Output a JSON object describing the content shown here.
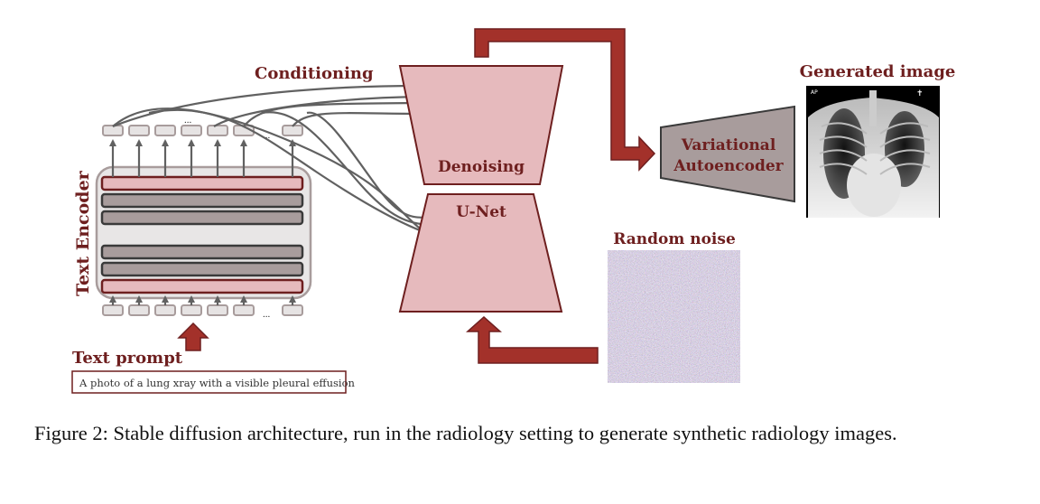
{
  "labels": {
    "conditioning": "Conditioning",
    "text_encoder": "Text Encoder",
    "text_prompt": "Text prompt",
    "denoising": "Denoising",
    "unet": "U-Net",
    "vae_line1": "Variational",
    "vae_line2": "Autoencoder",
    "generated_image": "Generated image",
    "random_noise": "Random noise",
    "ellipsis": "..."
  },
  "prompt": "A photo of a lung xray with a visible pleural effusion",
  "caption": "Figure 2: Stable diffusion architecture, run in the radiology setting to generate synthetic radiology images.",
  "xray_overlay": {
    "view": "AP",
    "marker": "✝"
  },
  "colors": {
    "dark_red": "#6e1f1f",
    "arrow_red": "#a3312a",
    "pink_fill": "#e6babd",
    "gray_fill": "#a89c9c",
    "token_fill": "#e6e3e3",
    "line_gray": "#616161"
  }
}
